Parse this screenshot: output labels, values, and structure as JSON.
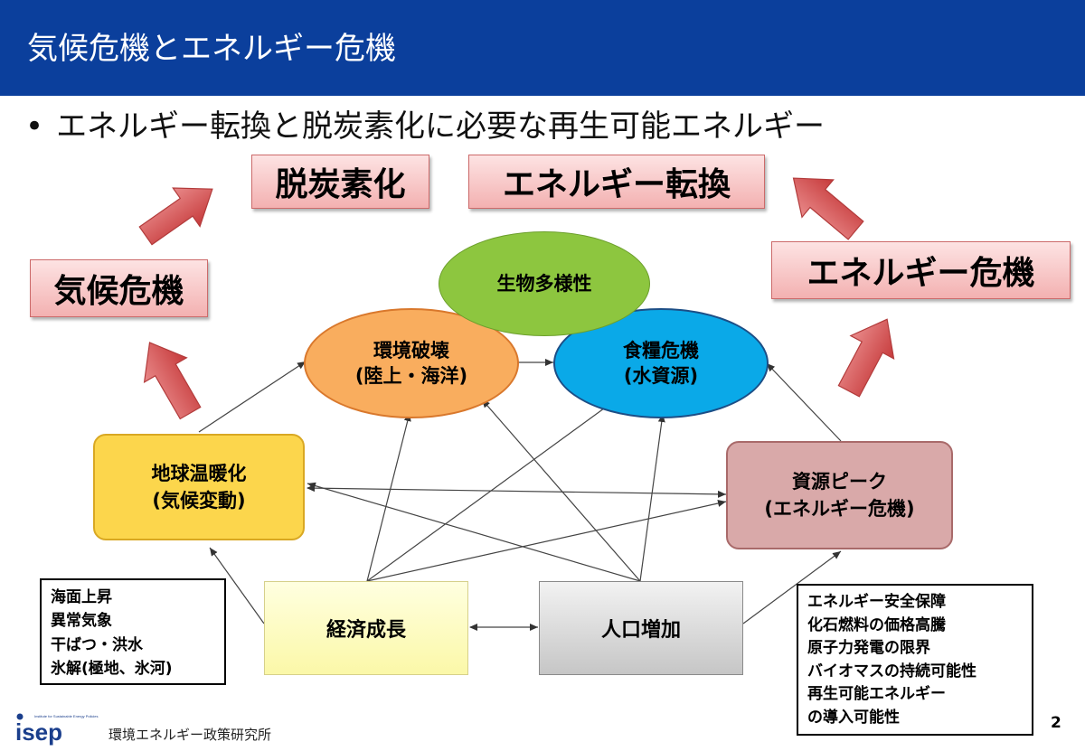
{
  "header": {
    "title": "気候危機とエネルギー危機"
  },
  "bullet": {
    "marker": "•",
    "text": "エネルギー転換と脱炭素化に必要な再生可能エネルギー"
  },
  "labels": {
    "decarbonization": "脱炭素化",
    "energy_transition": "エネルギー転換",
    "climate_crisis": "気候危機",
    "energy_crisis": "エネルギー危機"
  },
  "nodes": {
    "biodiversity": {
      "line1": "生物多様性"
    },
    "env_destruction": {
      "line1": "環境破壊",
      "line2": "(陸上・海洋)"
    },
    "food_crisis": {
      "line1": "食糧危機",
      "line2": "(水資源)"
    },
    "global_warming": {
      "line1": "地球温暖化",
      "line2": "(気候変動)"
    },
    "resource_peak": {
      "line1": "資源ピーク",
      "line2": "(エネルギー危機)"
    },
    "economic_growth": {
      "line1": "経済成長"
    },
    "population_growth": {
      "line1": "人口増加"
    }
  },
  "notes_left": [
    "海面上昇",
    "異常気象",
    "干ばつ・洪水",
    "氷解(極地、氷河)"
  ],
  "notes_right": [
    "エネルギー安全保障",
    "化石燃料の価格高騰",
    "原子力発電の限界",
    "バイオマスの持続可能性",
    "再生可能エネルギー",
    "の導入可能性"
  ],
  "footer": {
    "organization": "環境エネルギー政策研究所",
    "page": "2",
    "logo_text": "isep",
    "logo_tagline": "Institute for Sustainable Energy Policies"
  },
  "colors": {
    "header_bg": "#0b3f9c",
    "biodiversity": "#8dc63f",
    "env_destruction": "#f9ad5e",
    "food_crisis": "#0aa9e8",
    "global_warming": "#fcd64c",
    "resource_peak": "#d9a9a9",
    "economic_growth": "#ffffc2",
    "population_growth": "#d3d3d3",
    "red_arrow": "#d0494a"
  }
}
